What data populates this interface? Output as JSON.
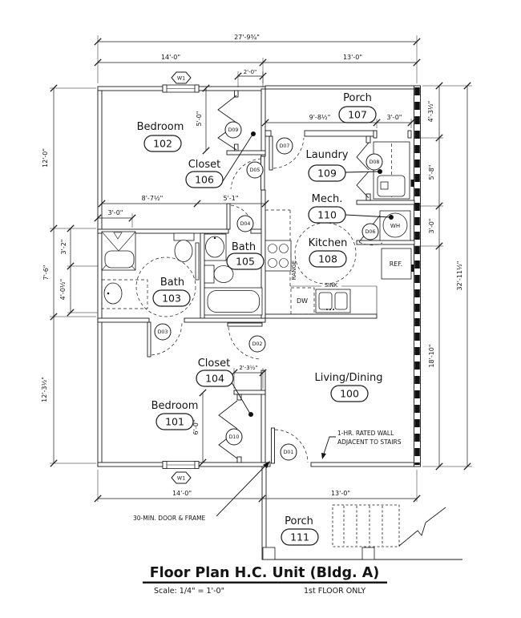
{
  "title_block": {
    "title": "Floor Plan H.C. Unit (Bldg. A)",
    "scale": "Scale:  1/4\" = 1'-0\"",
    "floor_note": "1st FLOOR ONLY"
  },
  "rooms": {
    "living": {
      "name": "Living/Dining",
      "number": "100"
    },
    "bedroom101": {
      "name": "Bedroom",
      "number": "101"
    },
    "bedroom102": {
      "name": "Bedroom",
      "number": "102"
    },
    "bath103": {
      "name": "Bath",
      "number": "103"
    },
    "closet104": {
      "name": "Closet",
      "number": "104"
    },
    "bath105": {
      "name": "Bath",
      "number": "105"
    },
    "closet106": {
      "name": "Closet",
      "number": "106"
    },
    "porch107": {
      "name": "Porch",
      "number": "107"
    },
    "kitchen": {
      "name": "Kitchen",
      "number": "108"
    },
    "laundry": {
      "name": "Laundry",
      "number": "109"
    },
    "mech": {
      "name": "Mech.",
      "number": "110"
    },
    "porch111": {
      "name": "Porch",
      "number": "111"
    }
  },
  "doors": {
    "d01": "D01",
    "d02": "D02",
    "d03": "D03",
    "d04": "D04",
    "d05": "D05",
    "d06": "D06",
    "d07": "D07",
    "d08": "D08",
    "d09": "D09",
    "d10": "D10"
  },
  "windows": {
    "w1": "W1"
  },
  "fixtures": {
    "range": "RANGE",
    "sink": "SINK",
    "dishwasher": "DW",
    "water_heater": "WH",
    "refrigerator": "REF."
  },
  "notes": {
    "rated_wall_1": "1-HR. RATED WALL",
    "rated_wall_2": "ADJACENT TO STAIRS",
    "door_frame": "30-MIN. DOOR & FRAME"
  },
  "dimensions": {
    "overall_width": "27'-9¾\"",
    "top_left_width": "14'-0\"",
    "top_right_width": "13'-0\"",
    "closet106_depth": "2'-0\"",
    "closet106_length": "5'-0\"",
    "porch107_wall": "9'-8½\"",
    "porch107_opening": "3'-0\"",
    "right_porch": "4'-3½\"",
    "right_laundry": "5'-8\"",
    "right_mech": "3'-0\"",
    "right_living": "18'-10\"",
    "overall_height": "32'-11½\"",
    "left_bedroom102": "12'-0\"",
    "shower_height": "3'-2\"",
    "left_bath": "7'-6\"",
    "lav_height": "4'-0½\"",
    "left_bedroom101": "12'-3½\"",
    "hall_left": "8'-7½\"",
    "hall_right": "5'-1\"",
    "shower_width": "3'-0\"",
    "closet104_depth": "2'-3½\"",
    "closet104_length": "6'-0\"",
    "bottom_left_width": "14'-0\"",
    "bottom_right_width": "13'-0\""
  },
  "colors": {
    "line": "#1a1a1a",
    "background": "#ffffff"
  }
}
